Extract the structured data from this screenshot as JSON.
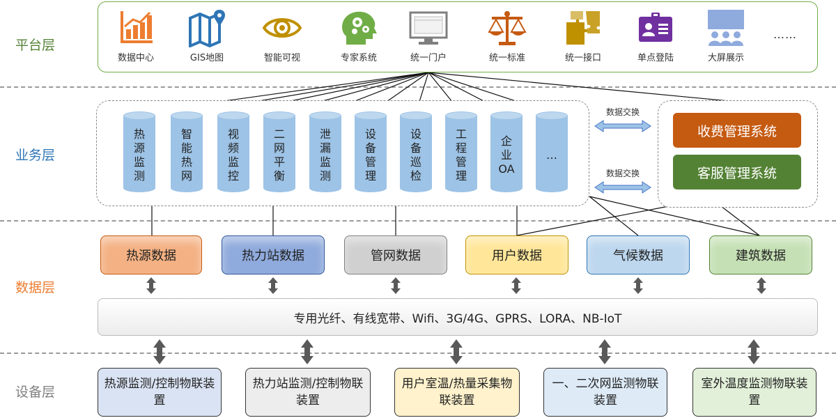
{
  "layers": {
    "platform": {
      "label": "平台层",
      "color": "#548235"
    },
    "business": {
      "label": "业务层",
      "color": "#2e75b6"
    },
    "data": {
      "label": "数据层",
      "color": "#ed7d31"
    },
    "device": {
      "label": "设备层",
      "color": "#7f7f7f"
    }
  },
  "platform": {
    "items": [
      {
        "label": "数据中心",
        "icon": "bar-chart-icon"
      },
      {
        "label": "GIS地图",
        "icon": "map-icon"
      },
      {
        "label": "智能可视",
        "icon": "eye-icon"
      },
      {
        "label": "专家系统",
        "icon": "brain-gears-icon"
      },
      {
        "label": "统一门户",
        "icon": "monitor-icon"
      },
      {
        "label": "统一标准",
        "icon": "scales-icon"
      },
      {
        "label": "统一接口",
        "icon": "puzzle-icon"
      },
      {
        "label": "单点登陆",
        "icon": "id-badge-icon"
      },
      {
        "label": "大屏展示",
        "icon": "presentation-icon"
      }
    ],
    "ellipsis": "……"
  },
  "business": {
    "cylinders": [
      "热源监测",
      "智能热网",
      "视频监控",
      "二网平衡",
      "泄漏监测",
      "设备管理",
      "设备巡检",
      "工程管理",
      "企业OA",
      "…"
    ],
    "exchange_label_1": "数据交换",
    "exchange_label_2": "数据交换",
    "systems": [
      {
        "label": "收费管理系统",
        "color": "#c55a11"
      },
      {
        "label": "客服管理系统",
        "color": "#548235"
      }
    ]
  },
  "data": {
    "nodes": [
      {
        "label": "热源数据",
        "color": "#f4b183"
      },
      {
        "label": "热力站数据",
        "color": "#8faadc"
      },
      {
        "label": "管网数据",
        "color": "#d0d0d0"
      },
      {
        "label": "用户数据",
        "color": "#ffe699"
      },
      {
        "label": "气候数据",
        "color": "#bdd7ee"
      },
      {
        "label": "建筑数据",
        "color": "#c5e0b4"
      }
    ],
    "network": "专用光纤、有线宽带、Wifi、3G/4G、GPRS、LORA、NB-IoT"
  },
  "device": {
    "nodes": [
      {
        "label": "热源监测/控制物联装置",
        "color": "#dae3f3"
      },
      {
        "label": "热力站监测/控制物联装置",
        "color": "#ededed"
      },
      {
        "label": "用户室温/热量采集物联装置",
        "color": "#fff2cc"
      },
      {
        "label": "一、二次网监测物联装置",
        "color": "#deebf7"
      },
      {
        "label": "室外温度监测物联装置",
        "color": "#e2f0d9"
      }
    ]
  }
}
